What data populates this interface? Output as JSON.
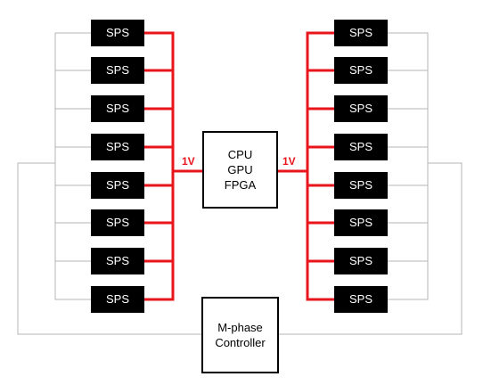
{
  "left_modules": [
    "SPS",
    "SPS",
    "SPS",
    "SPS",
    "SPS",
    "SPS",
    "SPS",
    "SPS"
  ],
  "right_modules": [
    "SPS",
    "SPS",
    "SPS",
    "SPS",
    "SPS",
    "SPS",
    "SPS",
    "SPS"
  ],
  "processor": {
    "line1": "CPU",
    "line2": "GPU",
    "line3": "FPGA"
  },
  "controller": {
    "line1": "M-phase",
    "line2": "Controller"
  },
  "left_voltage": "1V",
  "right_voltage": "1V",
  "colors": {
    "power_rail": "#e8151b",
    "control_line": "#b4b4b4",
    "module": "#000000"
  }
}
